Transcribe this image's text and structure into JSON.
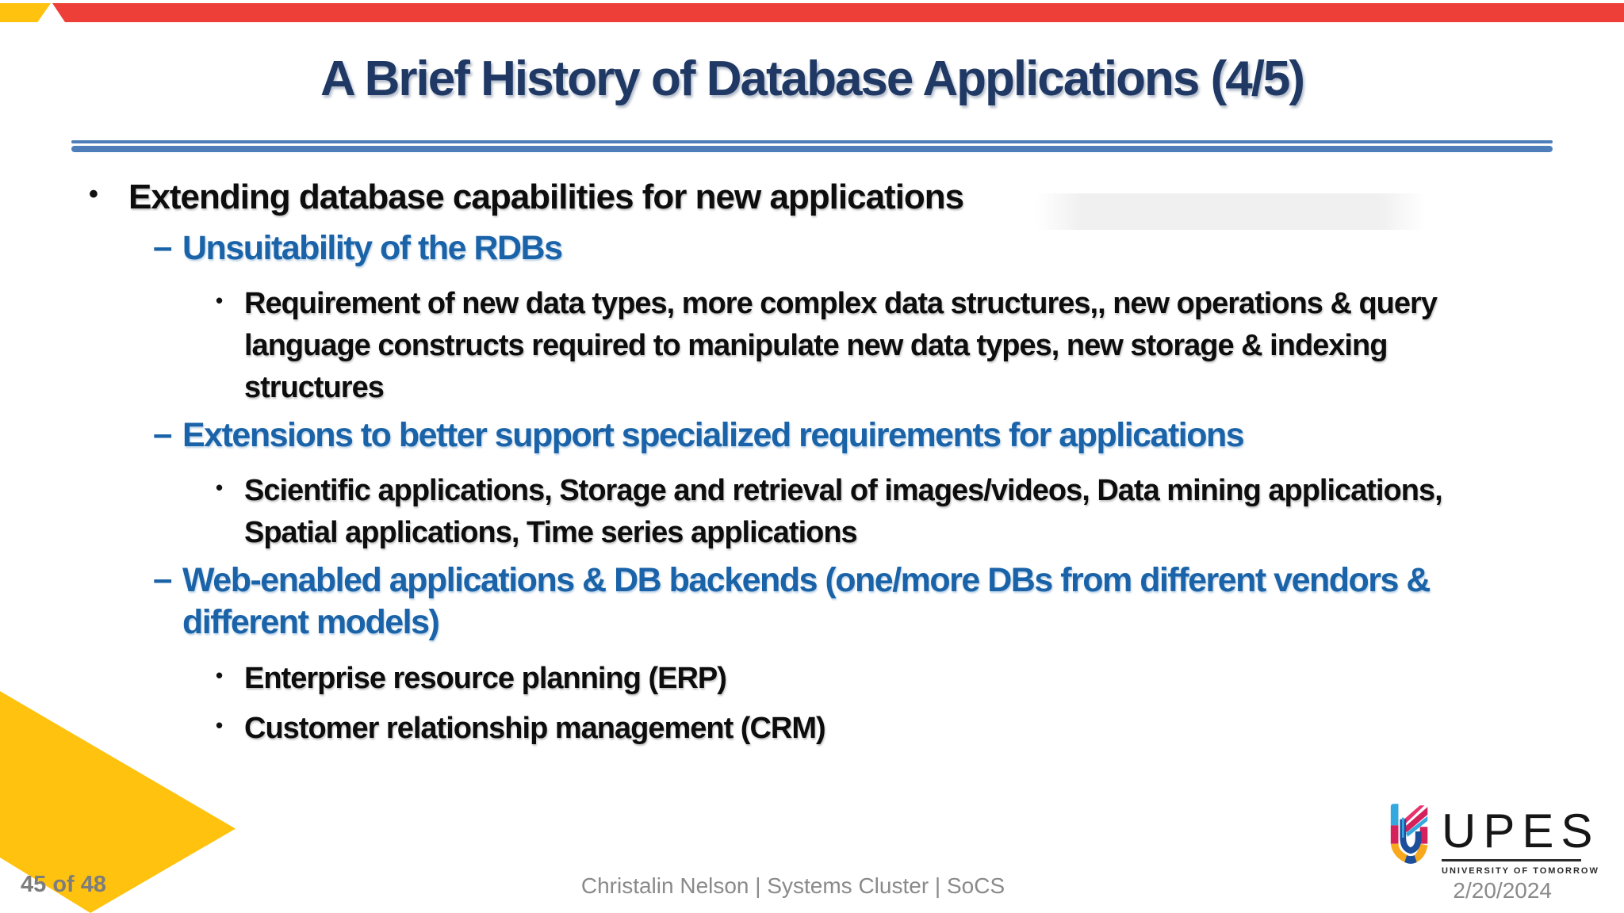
{
  "slide": {
    "title": "A Brief History of Database Applications (4/5)",
    "bullet": "Extending database capabilities for new applications",
    "sections": [
      {
        "heading": "Unsuitability of the RDBs",
        "items": [
          "Requirement of new data types, more complex data structures,, new operations & query\nlanguage constructs required to manipulate new data types, new storage & indexing\nstructures"
        ]
      },
      {
        "heading": "Extensions to better support specialized requirements for applications",
        "items": [
          "Scientific applications, Storage and retrieval of images/videos, Data mining applications,\nSpatial applications, Time series applications"
        ]
      },
      {
        "heading": "Web-enabled applications & DB backends (one/more DBs from different vendors &\ndifferent models)",
        "items": [
          "Enterprise resource planning (ERP)",
          "Customer relationship management (CRM)"
        ]
      }
    ]
  },
  "markers": {
    "level1": "•",
    "level2": "–",
    "level3": "•"
  },
  "footer": {
    "page_indicator": "45 of 48",
    "credit": "Christalin Nelson | Systems Cluster | SoCS",
    "date": "2/20/2024"
  },
  "logo": {
    "wordmark": "UPES",
    "tagline": "UNIVERSITY OF TOMORROW"
  },
  "colors": {
    "accent_red": "#EE3E38",
    "accent_yellow": "#FFC20E",
    "title_navy": "#1F3864",
    "heading_blue": "#1A63A8",
    "divider_blue": "#4D7EB9",
    "footer_gray": "#8A8A8A"
  }
}
